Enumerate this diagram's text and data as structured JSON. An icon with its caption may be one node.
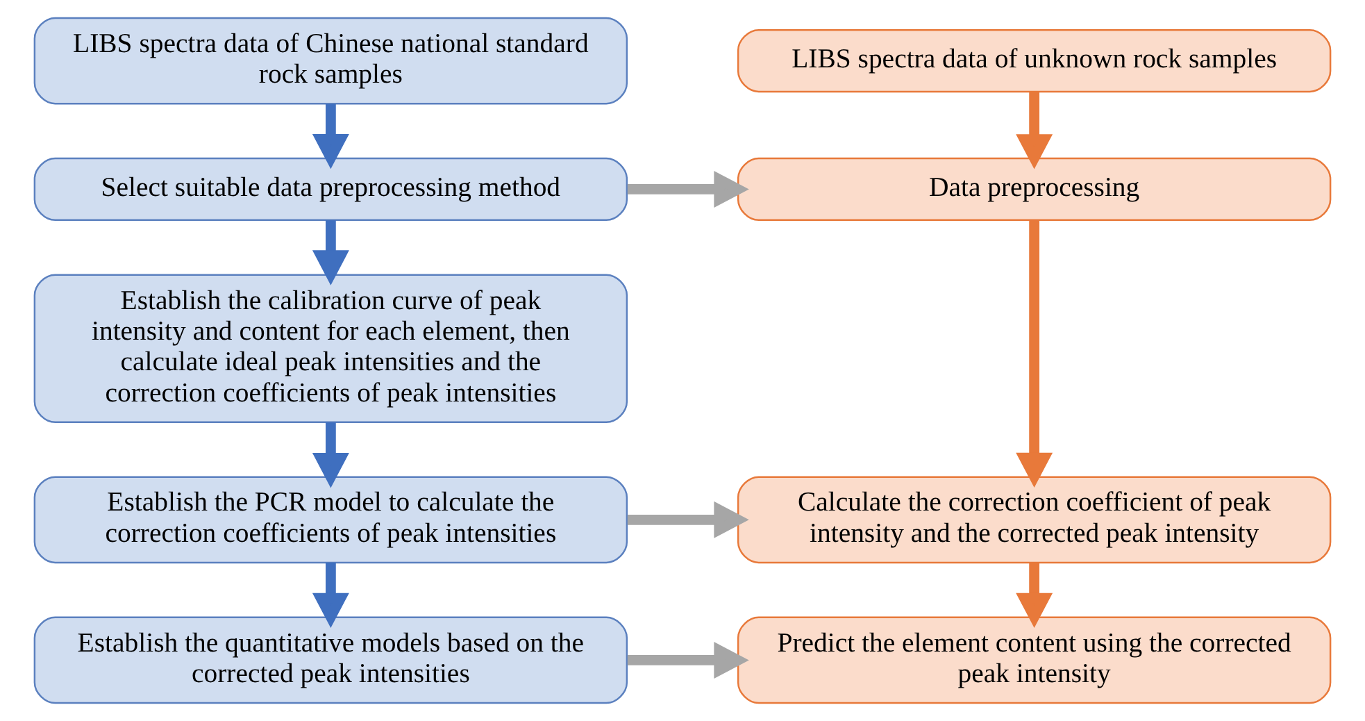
{
  "diagram": {
    "nodes": [
      {
        "text": [
          "LIBS spectra data of Chinese national standard rock samples"
        ]
      },
      {
        "text": [
          "LIBS spectra data of unknown rock samples"
        ]
      },
      {
        "text": [
          "Select suitable data preprocessing method"
        ]
      },
      {
        "text": [
          "Data preprocessing"
        ]
      },
      {
        "text": [
          "Establish the calibration curve of peak intensity and content for each element, then calculate ideal peak intensities and the correction coefficients of peak intensities"
        ]
      },
      {
        "text": [
          "Establish the PCR model to calculate the correction coefficients of peak intensities"
        ]
      },
      {
        "text": [
          "Calculate the correction coefficient of peak intensity and the corrected peak intensity"
        ]
      },
      {
        "text": [
          "Establish the quantitative models based on the corrected peak intensities"
        ]
      },
      {
        "text": [
          "Predict the element content using the corrected peak intensity"
        ]
      }
    ],
    "edges": [
      {
        "from": 0,
        "to": 2,
        "arrow": "to",
        "color": "#3f6fbf"
      },
      {
        "from": 1,
        "to": 3,
        "arrow": "to",
        "color": "#e8793a"
      },
      {
        "from": 2,
        "to": 3,
        "arrow": "to",
        "color": "#a6a6a6"
      },
      {
        "from": 2,
        "to": 4,
        "arrow": "to",
        "color": "#3f6fbf"
      },
      {
        "from": 3,
        "to": 6,
        "arrow": "to",
        "color": "#e8793a"
      },
      {
        "from": 4,
        "to": 5,
        "arrow": "to",
        "color": "#3f6fbf"
      },
      {
        "from": 5,
        "to": 6,
        "arrow": "to",
        "color": "#a6a6a6"
      },
      {
        "from": 5,
        "to": 7,
        "arrow": "to",
        "color": "#3f6fbf"
      },
      {
        "from": 6,
        "to": 8,
        "arrow": "to",
        "color": "#e8793a"
      },
      {
        "from": 7,
        "to": 8,
        "arrow": "to",
        "color": "#a6a6a6"
      }
    ]
  }
}
